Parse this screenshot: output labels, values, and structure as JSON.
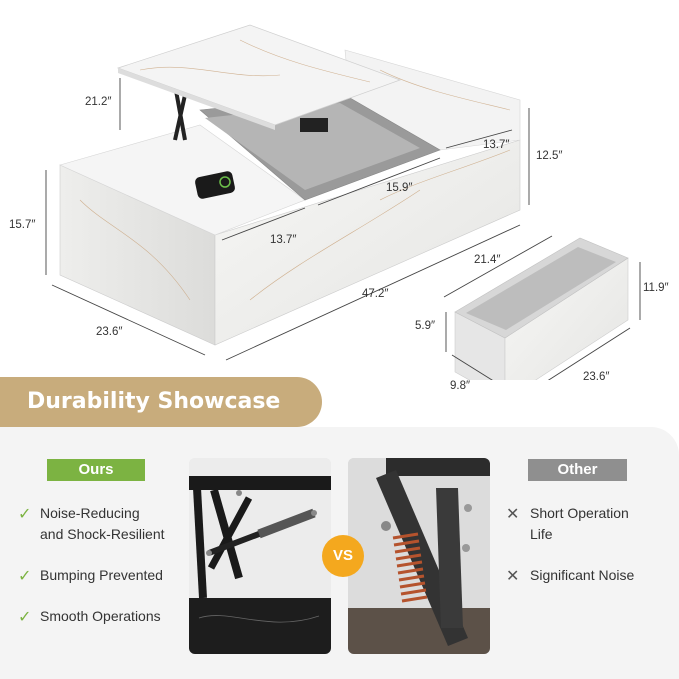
{
  "dimensions": {
    "lid_lift_height": "21.2″",
    "table_height": "15.7″",
    "table_depth": "23.6″",
    "table_length": "47.2″",
    "storage_width": "13.7″",
    "storage_length": "15.9″",
    "rear_width": "13.7″",
    "rear_height": "12.5″",
    "drawer_inner_length": "21.4″",
    "drawer_height": "11.9″",
    "drawer_inner_height": "5.9″",
    "drawer_depth": "9.8″",
    "drawer_length": "23.6″"
  },
  "banner": {
    "title": "Durability Showcase"
  },
  "comparison": {
    "ours_label": "Ours",
    "other_label": "Other",
    "vs_label": "VS",
    "ours_features": [
      {
        "line1": "Noise-Reducing",
        "line2": "and Shock-Resilient"
      },
      {
        "line1": "Bumping Prevented",
        "line2": ""
      },
      {
        "line1": "Smooth Operations",
        "line2": ""
      }
    ],
    "other_features": [
      {
        "line1": "Short Operation",
        "line2": "Life"
      },
      {
        "line1": "Significant Noise",
        "line2": ""
      }
    ],
    "ours_color": "#7cb342",
    "other_color": "#8f8f8f",
    "banner_color": "#c8ac7c",
    "vs_color": "#f4a81e"
  }
}
